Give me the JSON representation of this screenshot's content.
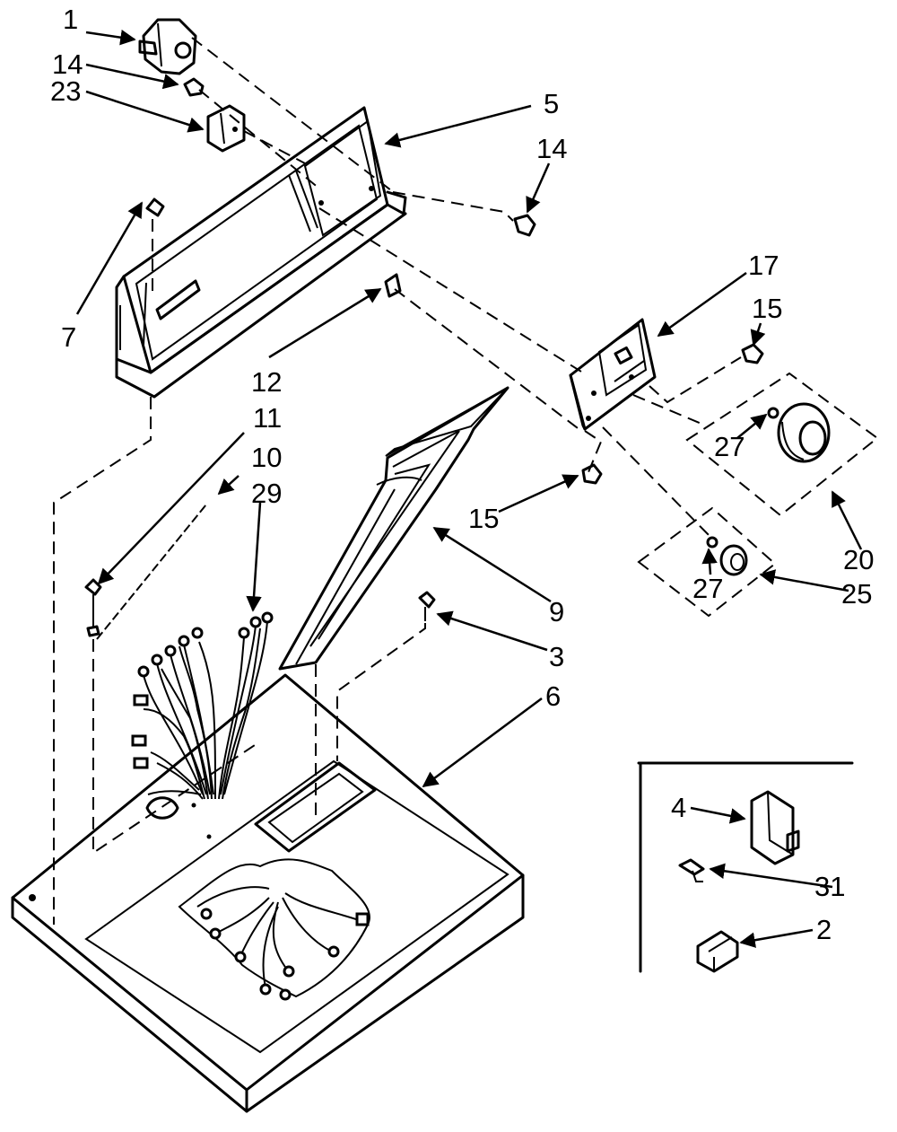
{
  "callouts": {
    "c1": "1",
    "c14a": "14",
    "c23": "23",
    "c5": "5",
    "c14b": "14",
    "c7": "7",
    "c17": "17",
    "c15a": "15",
    "c12": "12",
    "c11": "11",
    "c10": "10",
    "c29": "29",
    "c27a": "27",
    "c15b": "15",
    "c20": "20",
    "c9": "9",
    "c27b": "27",
    "c25": "25",
    "c3": "3",
    "c6": "6",
    "c4": "4",
    "c31": "31",
    "c2": "2"
  }
}
